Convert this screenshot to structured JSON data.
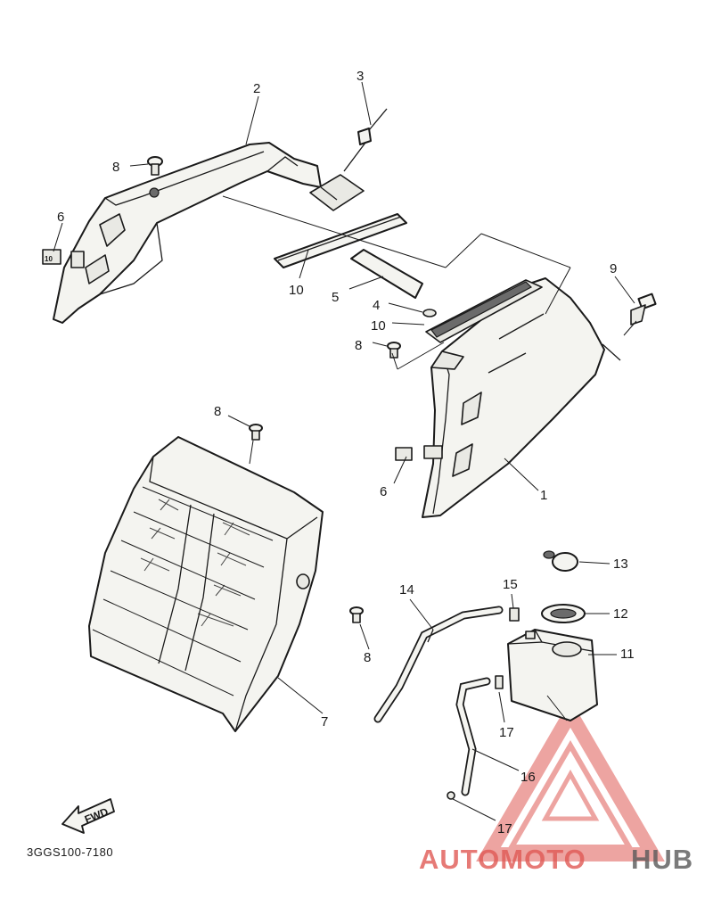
{
  "diagram": {
    "part_code": "3GGS100-7180",
    "fwd_label": "FWD",
    "callouts": [
      {
        "id": "c2",
        "label": "2"
      },
      {
        "id": "c3",
        "label": "3"
      },
      {
        "id": "c8a",
        "label": "8"
      },
      {
        "id": "c6a",
        "label": "6"
      },
      {
        "id": "c10a",
        "label": "10"
      },
      {
        "id": "c5",
        "label": "5"
      },
      {
        "id": "c4",
        "label": "4"
      },
      {
        "id": "c10b",
        "label": "10"
      },
      {
        "id": "c8b",
        "label": "8"
      },
      {
        "id": "c9",
        "label": "9"
      },
      {
        "id": "c8c",
        "label": "8"
      },
      {
        "id": "c6b",
        "label": "6"
      },
      {
        "id": "c1",
        "label": "1"
      },
      {
        "id": "c13",
        "label": "13"
      },
      {
        "id": "c14",
        "label": "14"
      },
      {
        "id": "c15",
        "label": "15"
      },
      {
        "id": "c12",
        "label": "12"
      },
      {
        "id": "c8d",
        "label": "8"
      },
      {
        "id": "c11",
        "label": "11"
      },
      {
        "id": "c7",
        "label": "7"
      },
      {
        "id": "c17a",
        "label": "17"
      },
      {
        "id": "c16",
        "label": "16"
      },
      {
        "id": "c17b",
        "label": "17"
      }
    ]
  },
  "watermark": {
    "word_light": "AUTOMOTO",
    "word_dark": "HUB",
    "accent_color": "#e05a55",
    "dark_color": "#5a5a5a",
    "highlight_color": "#f2b544"
  }
}
